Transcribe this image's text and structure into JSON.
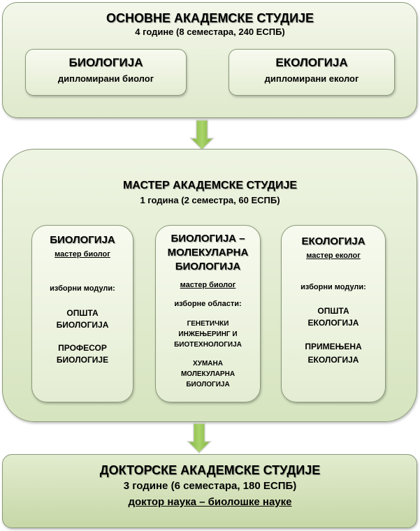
{
  "colors": {
    "panel_border": "#8a9a7a",
    "top_panel_fill": "#e8f0d8",
    "mid_panel_fill": "#dde9c8",
    "bottom_panel_fill": "#d2e0b4",
    "arrow_fill": "#8fbf4a"
  },
  "icons": [
    "arrow-down-icon"
  ],
  "bachelor": {
    "title": "ОСНОВНЕ АКАДЕМСКЕ СТУДИЈЕ",
    "duration": "4 године (8 семестара, 240 ЕСПБ)",
    "programs": [
      {
        "name": "БИОЛОГИЈА",
        "degree": "дипломирани биолог"
      },
      {
        "name": "ЕКОЛОГИЈА",
        "degree": "дипломирани еколог"
      }
    ]
  },
  "master": {
    "title": "МАСТЕР АКАДЕМСКЕ СТУДИЈЕ",
    "duration": "1 година (2 семестра, 60 ЕСПБ)",
    "programs": [
      {
        "name": "БИОЛОГИЈА",
        "degree": "мастер биолог",
        "modules_label": "изборни модули:",
        "modules": [
          {
            "line1": "ОПШТА",
            "line2": "БИОЛОГИЈА"
          },
          {
            "line1": "ПРОФЕСОР",
            "line2": "БИОЛОГИЈЕ"
          }
        ]
      },
      {
        "name_line1": "БИОЛОГИЈА –",
        "name_line2": "МОЛЕКУЛАРНА",
        "name_line3": "БИОЛОГИЈА",
        "degree": "мастер биолог",
        "areas_label": "изборне области:",
        "areas": [
          {
            "line1": "ГЕНЕТИЧКИ",
            "line2": "ИНЖЕЊЕРИНГ И",
            "line3": "БИОТЕХНОЛОГИЈА"
          },
          {
            "line1": "ХУМАНА",
            "line2": "МОЛЕКУЛАРНА",
            "line3": "БИОЛОГИЈА"
          }
        ]
      },
      {
        "name": "ЕКОЛОГИЈА",
        "degree": "мастер еколог",
        "modules_label": "изборни модули:",
        "modules": [
          {
            "line1": "ОПШТА",
            "line2": "ЕКОЛОГИЈА"
          },
          {
            "line1": "ПРИМЕЊЕНА",
            "line2": "ЕКОЛОГИЈА"
          }
        ]
      }
    ]
  },
  "doctoral": {
    "title": "ДОКТОРСКЕ АКАДЕМСКЕ СТУДИЈЕ",
    "duration": "3 године (6 семестара, 180 ЕСПБ)",
    "degree": "доктор наука – биолошке науке"
  }
}
